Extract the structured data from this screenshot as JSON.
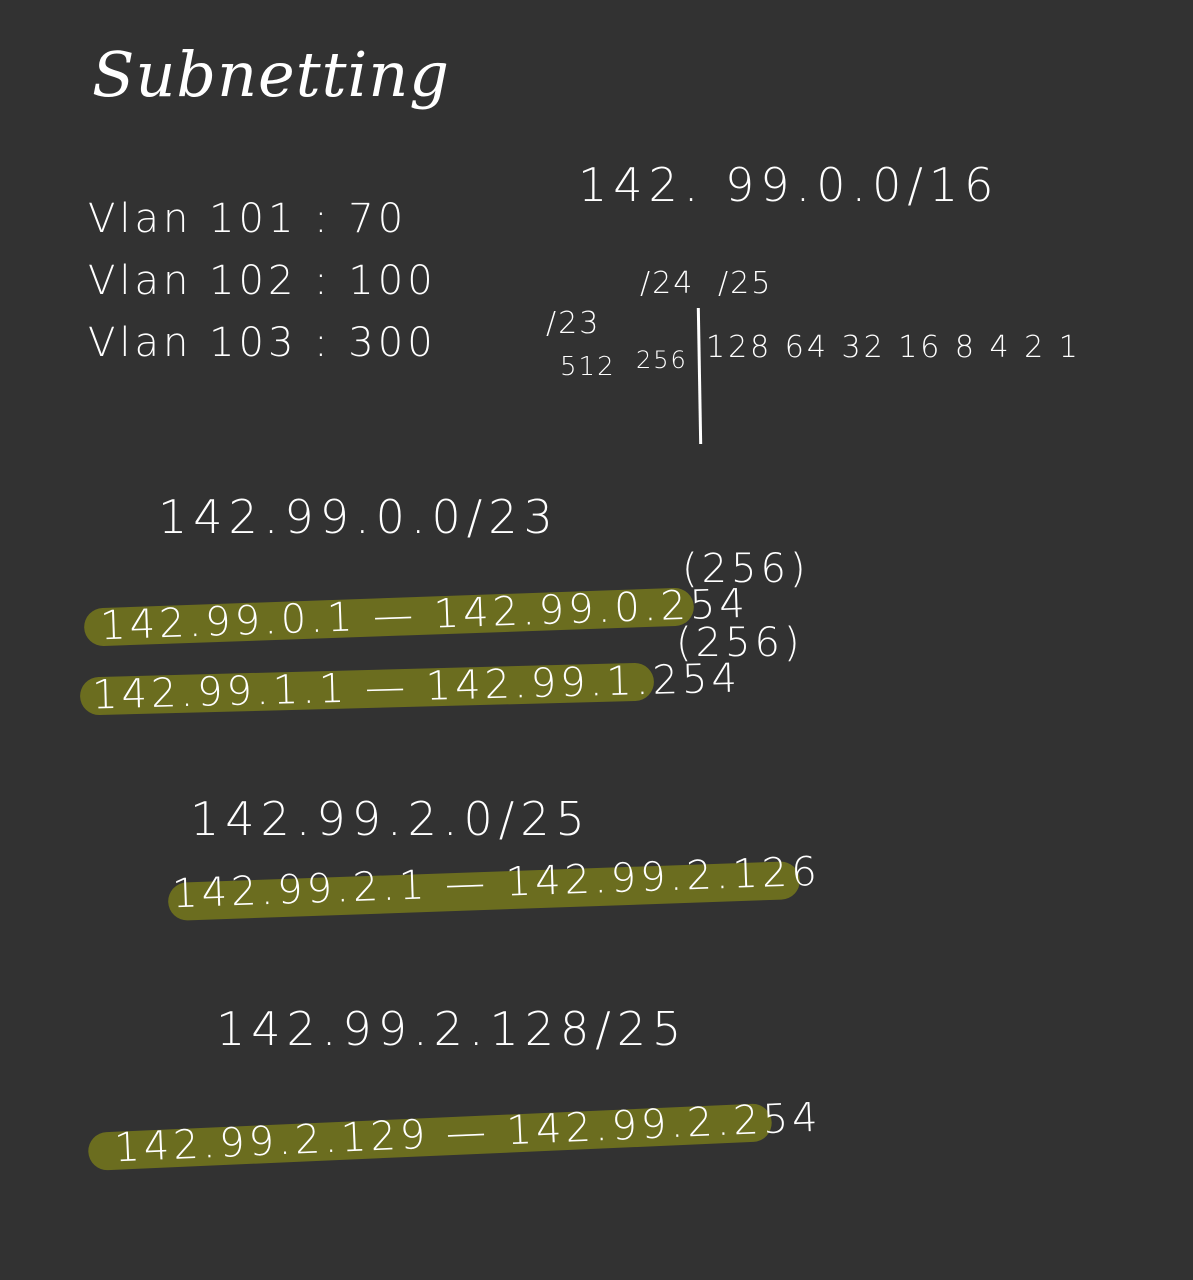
{
  "title": "Subnetting",
  "vlans": [
    "Vlan 101 : 70",
    "Vlan 102 : 100",
    "Vlan 103 : 300"
  ],
  "network": "142. 99.0.0/16",
  "bit_table": {
    "prefix_24": "/24",
    "prefix_25": "/25",
    "prefix_23": "/23",
    "val_512": "512",
    "val_256": "256",
    "powers": "128  64  32  16  8  4  2  1"
  },
  "subnets": [
    {
      "network": "142.99.0.0/23",
      "ranges": [
        {
          "text": "142.99.0.1 — 142.99.0.254",
          "note": "(256)"
        },
        {
          "text": "142.99.1.1 — 142.99.1.254",
          "note": "(256)"
        }
      ]
    },
    {
      "network": "142.99.2.0/25",
      "ranges": [
        {
          "text": "142.99.2.1 — 142.99.2.126",
          "note": ""
        }
      ]
    },
    {
      "network": "142.99.2.128/25",
      "ranges": [
        {
          "text": "142.99.2.129 — 142.99.2.254",
          "note": ""
        }
      ]
    }
  ],
  "colors": {
    "background": "#323232",
    "ink": "#ffffff",
    "highlight": "#6b6d1f"
  }
}
